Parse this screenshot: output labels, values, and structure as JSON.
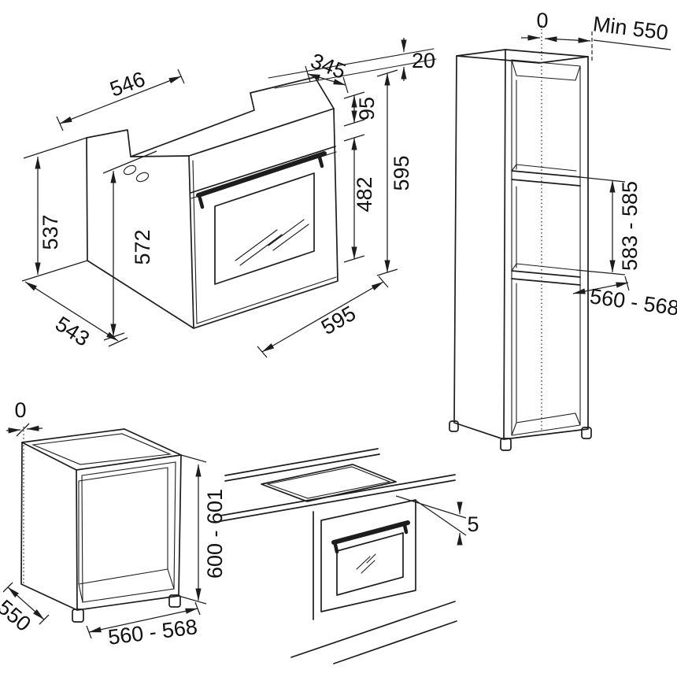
{
  "diagram": {
    "title": "Built-in oven installation drawing",
    "background": "#ffffff",
    "line_color": "#1d1d1d",
    "oven": {
      "name": "built-in oven isometric view",
      "dim_top_depth": "546",
      "dim_top_width": "345",
      "dim_top_gap": "20",
      "dim_panel_height": "95",
      "dim_door_height": "482",
      "dim_front_height": "595",
      "dim_body_height": "537",
      "dim_inner_height": "572",
      "dim_body_depth": "543",
      "dim_front_width": "595"
    },
    "tall_cabinet": {
      "name": "tall housing column",
      "dim_flush": "0",
      "dim_min_depth": "Min 550",
      "dim_niche_height": "583 - 585",
      "dim_niche_width": "560 - 568"
    },
    "base_cabinet": {
      "name": "under-worktop housing cabinet",
      "dim_flush": "0",
      "dim_height": "600 - 601",
      "dim_depth": "550",
      "dim_width": "560 - 568"
    },
    "under_worktop": {
      "name": "oven below hob clearance",
      "dim_gap": "5"
    }
  }
}
